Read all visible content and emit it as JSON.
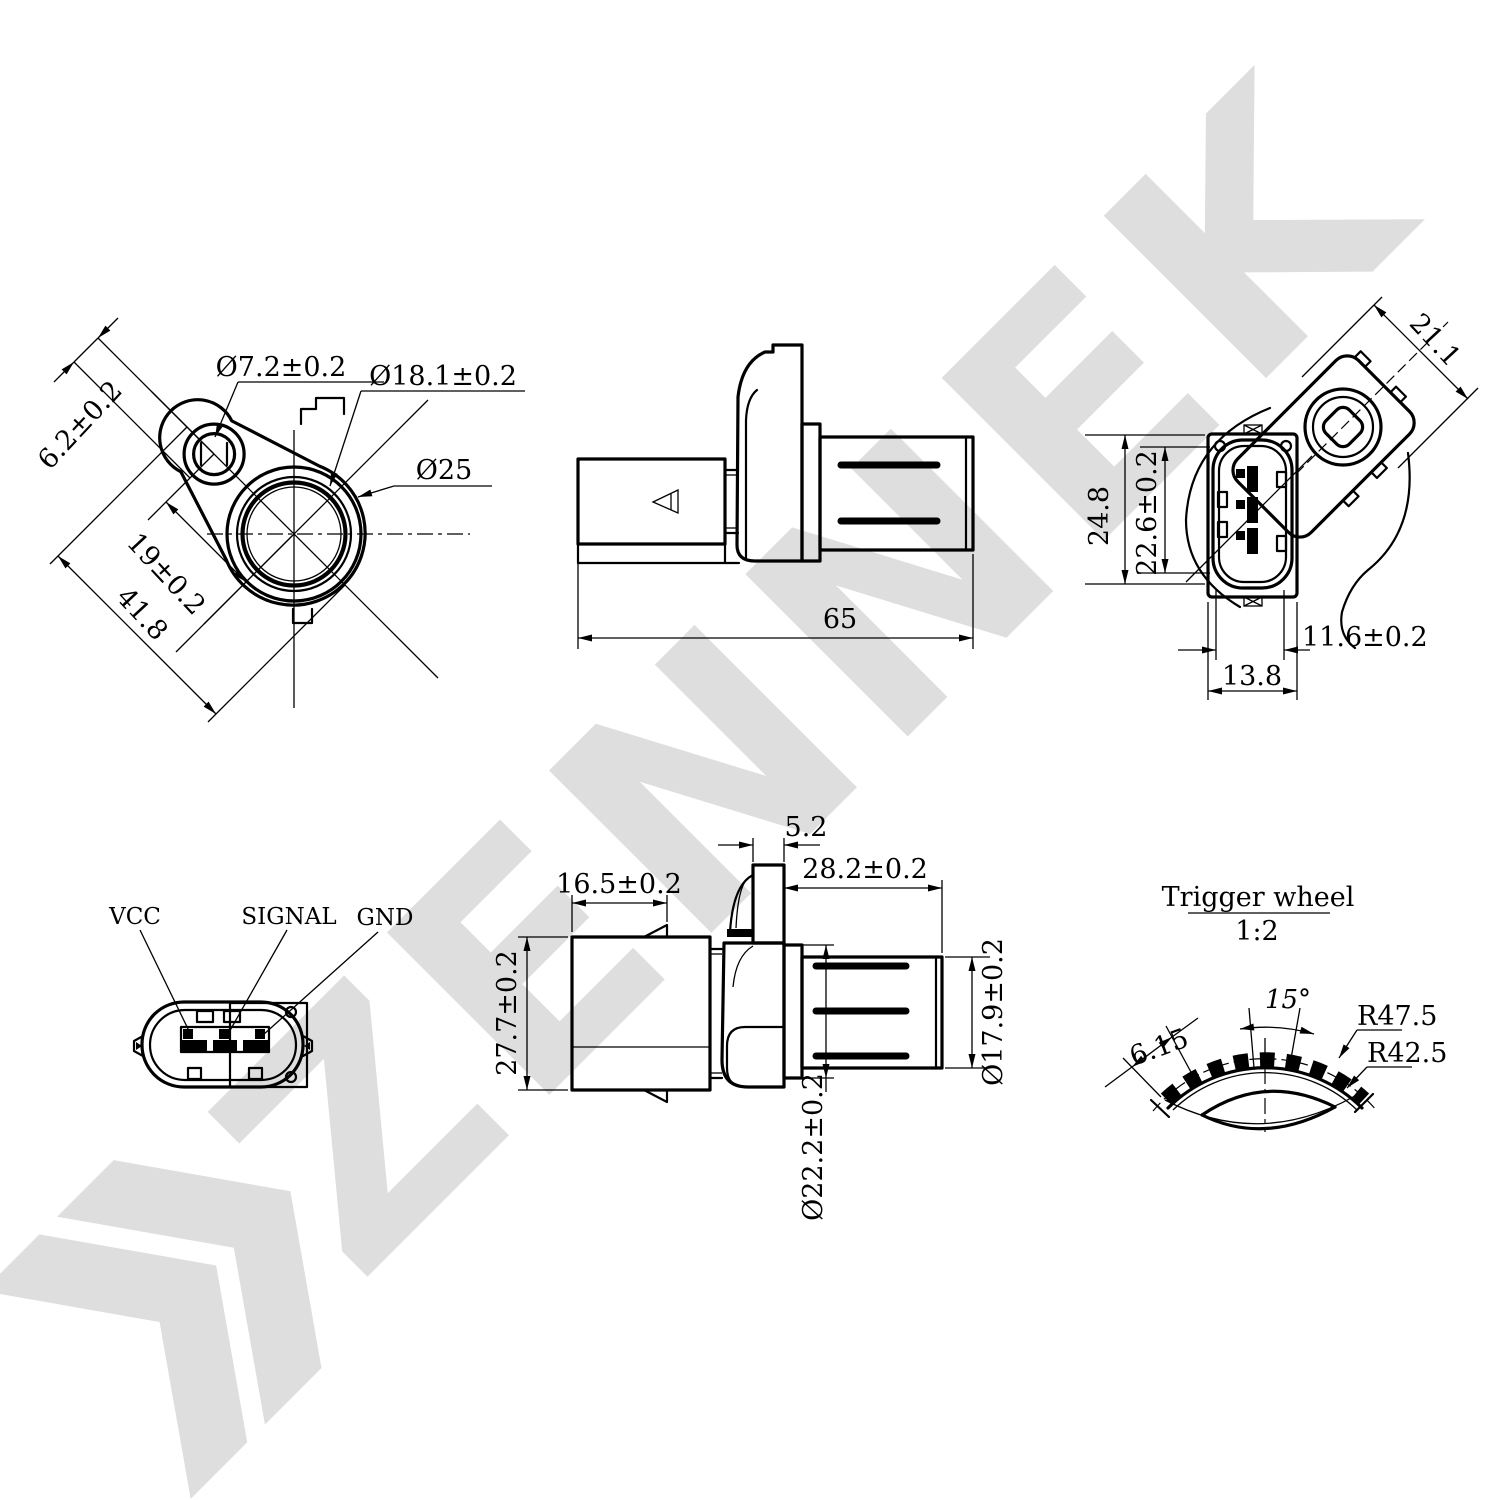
{
  "colors": {
    "line": "#000000",
    "watermark": "#dedede",
    "background": "#ffffff"
  },
  "watermark": {
    "brand": "ZENNEK",
    "logo_icon": "double-chevron-icon"
  },
  "views": {
    "front": {
      "dia_hole": "Ø7.2±0.2",
      "dia_ring": "Ø18.1±0.2",
      "dia_outer": "Ø25",
      "ear_offset": "6.2±0.2",
      "center_dist": "19±0.2",
      "overall": "41.8"
    },
    "side": {
      "length": "65"
    },
    "rear": {
      "width": "21.1",
      "height": "24.8",
      "conn_height": "22.6±0.2",
      "pin_span": "11.6±0.2",
      "conn_width": "13.8"
    },
    "pinout": {
      "vcc": "VCC",
      "signal": "SIGNAL",
      "gnd": "GND"
    },
    "profile": {
      "tab_width": "5.2",
      "barrel_len": "28.2±0.2",
      "conn_len": "16.5±0.2",
      "conn_height": "27.7±0.2",
      "barrel_dia": "Ø17.9±0.2",
      "flange_dia": "Ø22.2±0.2"
    },
    "trigger_wheel": {
      "title": "Trigger wheel",
      "scale": "1:2",
      "tooth_pitch_angle": "15°",
      "tip_radius": "R47.5",
      "root_radius": "R42.5",
      "tooth_width": "6.15"
    }
  }
}
